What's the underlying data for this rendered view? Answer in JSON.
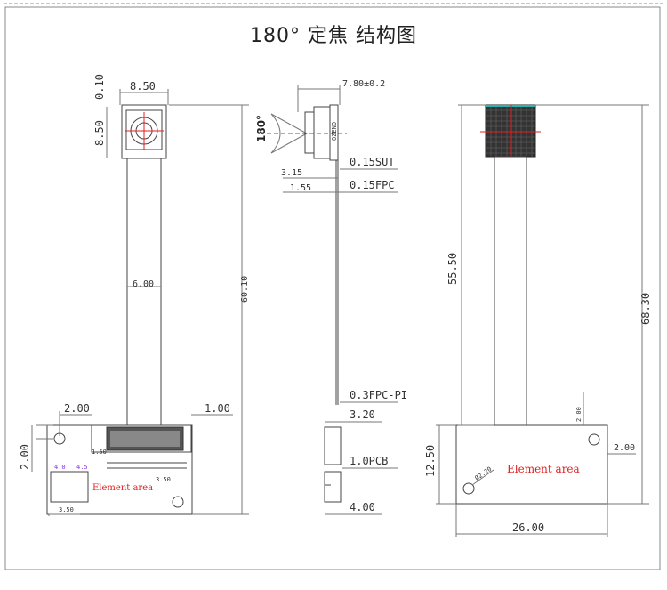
{
  "title": "180°  定焦  结构图",
  "colors": {
    "line": "#444444",
    "dim": "#777777",
    "center": "#e02020",
    "accent": "#2ab3b0"
  },
  "front_view": {
    "dims": {
      "top_gap": "0.10",
      "lens_width": "8.50",
      "lens_height": "8.50",
      "fpc_width": "6.00",
      "total_length": "60.10",
      "hole_x": "2.00",
      "hole_y": "2.00",
      "notch": "1.00",
      "small_a": "1.50",
      "small_b": "3.50",
      "small_c": "3.50",
      "pin_a": "4.0",
      "pin_b": "4.5"
    },
    "element_label": "Element area"
  },
  "side_view": {
    "angle": "180°",
    "dims": {
      "lens_len": "7.80±0.2",
      "sut": "0.15SUT",
      "d315": "3.15",
      "d155": "1.55",
      "fpc": "0.15FPC",
      "fpc_pi": "0.3FPC-PI",
      "d320": "3.20",
      "pcb": "1.0PCB",
      "d400": "4.00"
    },
    "lens_text": "OZENO"
  },
  "back_view": {
    "dims": {
      "fpc_len": "55.50",
      "total": "68.30",
      "board_h": "12.50",
      "board_w": "26.00",
      "hole_a": "2.00",
      "hole_b": "2.00",
      "hole_d": "Ø2.20"
    },
    "element_label": "Element area"
  }
}
